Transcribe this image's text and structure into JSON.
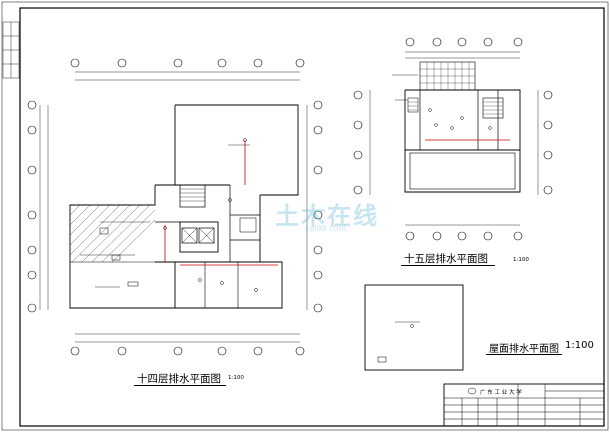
{
  "plans": {
    "floor14": {
      "title": "十四层排水平面图",
      "scale": "1:100"
    },
    "floor15": {
      "title": "十五层排水平面图",
      "scale": "1:100"
    },
    "roof": {
      "title": "屋面排水平面图",
      "scale": "1:100"
    }
  },
  "title_block": {
    "school": "广 东 工 业 大 学"
  },
  "watermark": {
    "text": "土木在线",
    "sub": "coi88.com"
  },
  "colors": {
    "line": "#000000",
    "accent_red": "#cc0000",
    "watermark": "#5fb7d8"
  }
}
